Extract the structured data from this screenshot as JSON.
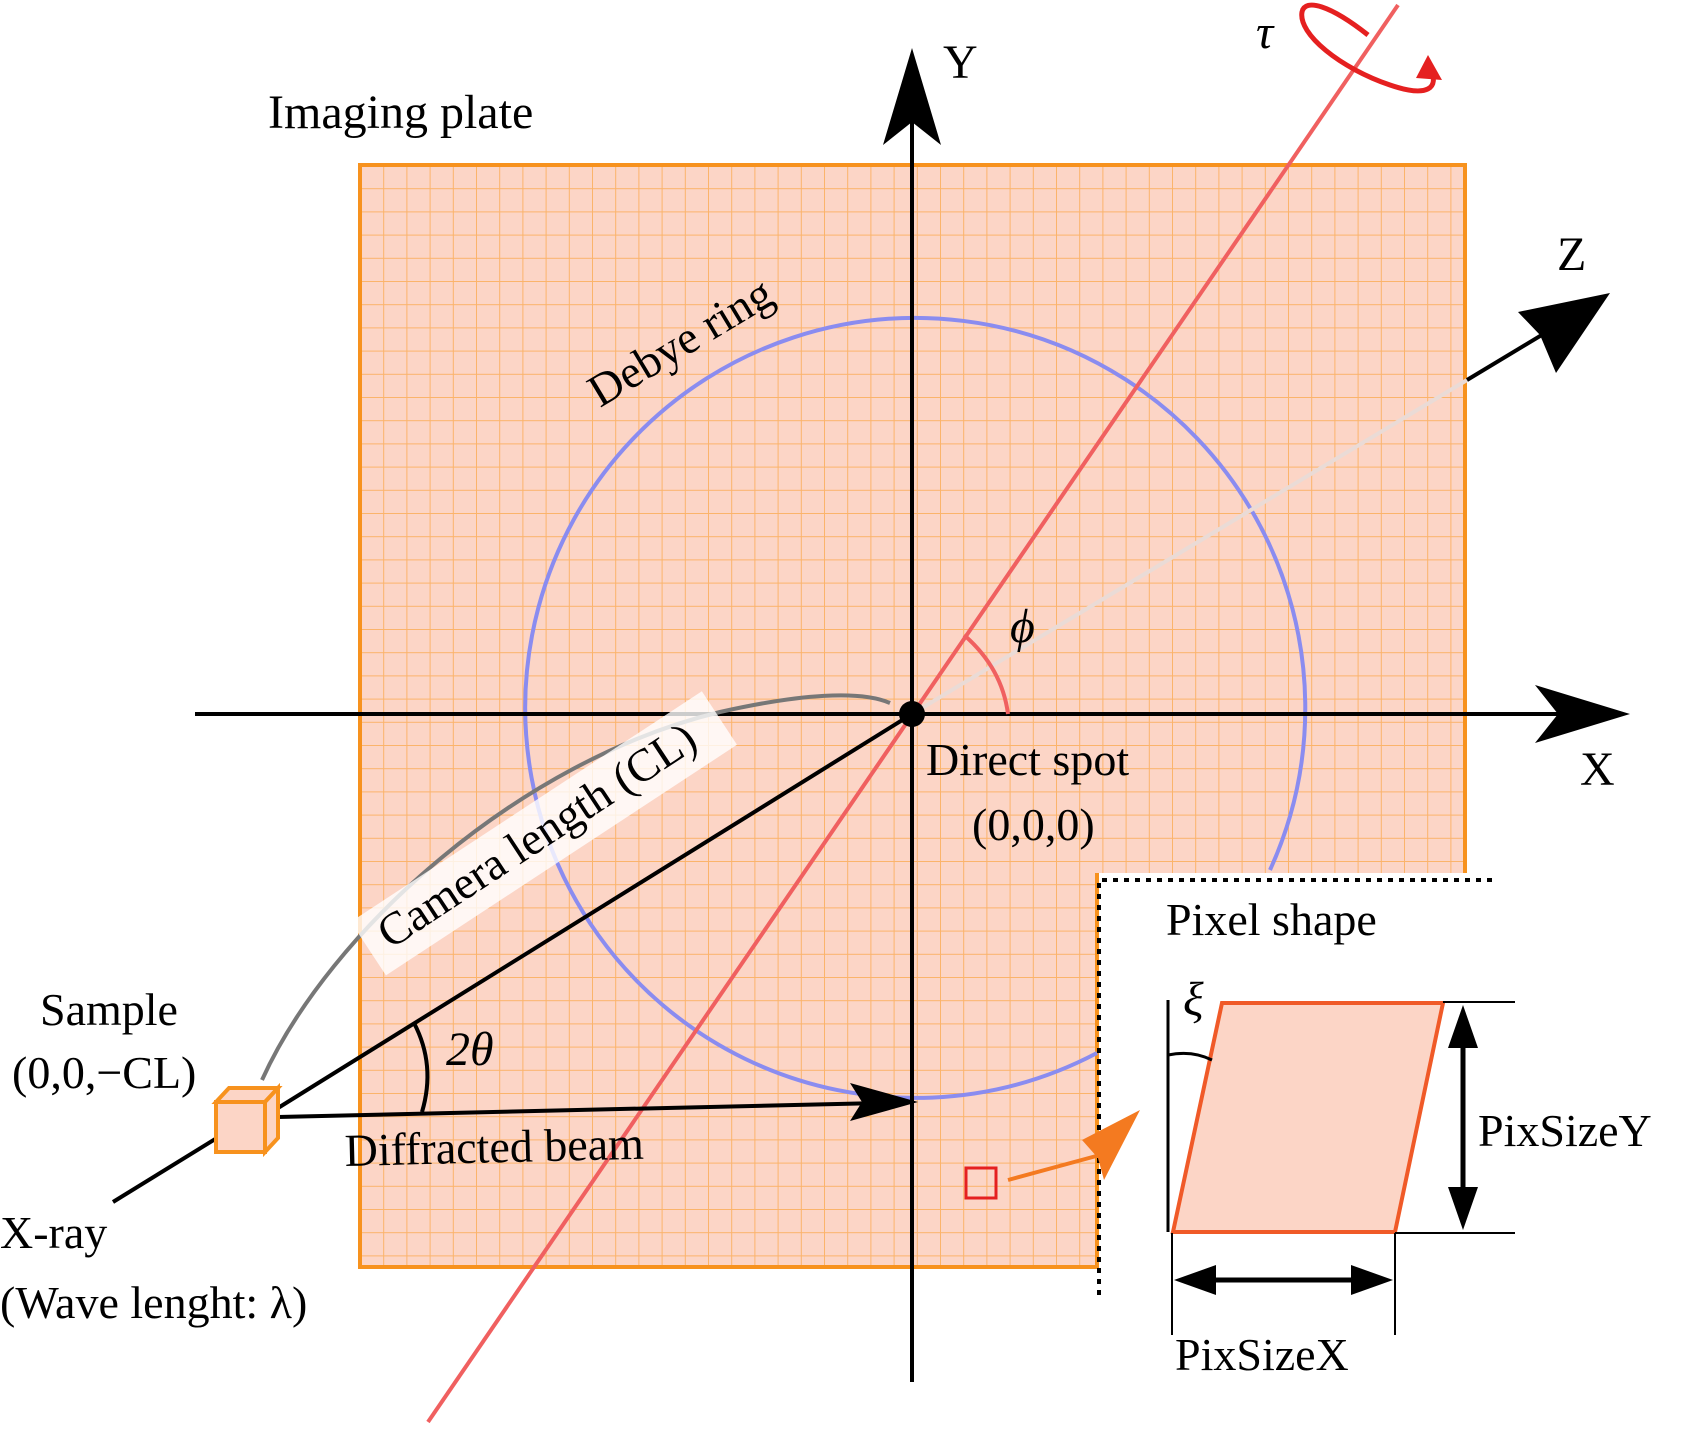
{
  "labels": {
    "imaging_plate": "Imaging plate",
    "axis_y": "Y",
    "axis_x": "X",
    "axis_z": "Z",
    "tau": "τ",
    "debye_ring": "Debye ring",
    "phi": "ϕ",
    "direct_spot": "Direct spot",
    "direct_spot_coords": "(0,0,0)",
    "camera_length": "Camera length (CL)",
    "sample": "Sample",
    "sample_coords": "(0,0,−CL)",
    "two_theta": "2θ",
    "diffracted_beam": "Diffracted beam",
    "xray": "X-ray",
    "wavelength": "(Wave lenght:  λ)",
    "pixel_shape": "Pixel shape",
    "xi": "ξ",
    "pix_size_y": "PixSizeY",
    "pix_size_x": "PixSizeX"
  },
  "colors": {
    "plate_fill": "#fcd5c6",
    "plate_border": "#f7921e",
    "grid": "#fbb36a",
    "debye_ring": "#8a8cf0",
    "tau_axis": "#f06060",
    "axes": "#000000",
    "pixel_fill": "#fcd5c6",
    "pixel_border": "#f05a28",
    "rotation_arrow": "#e52020",
    "highlight_arrow": "#f47a20"
  },
  "icons": [
    "sample-cube-icon",
    "pixel-marker-icon",
    "rotation-arrow-icon"
  ]
}
